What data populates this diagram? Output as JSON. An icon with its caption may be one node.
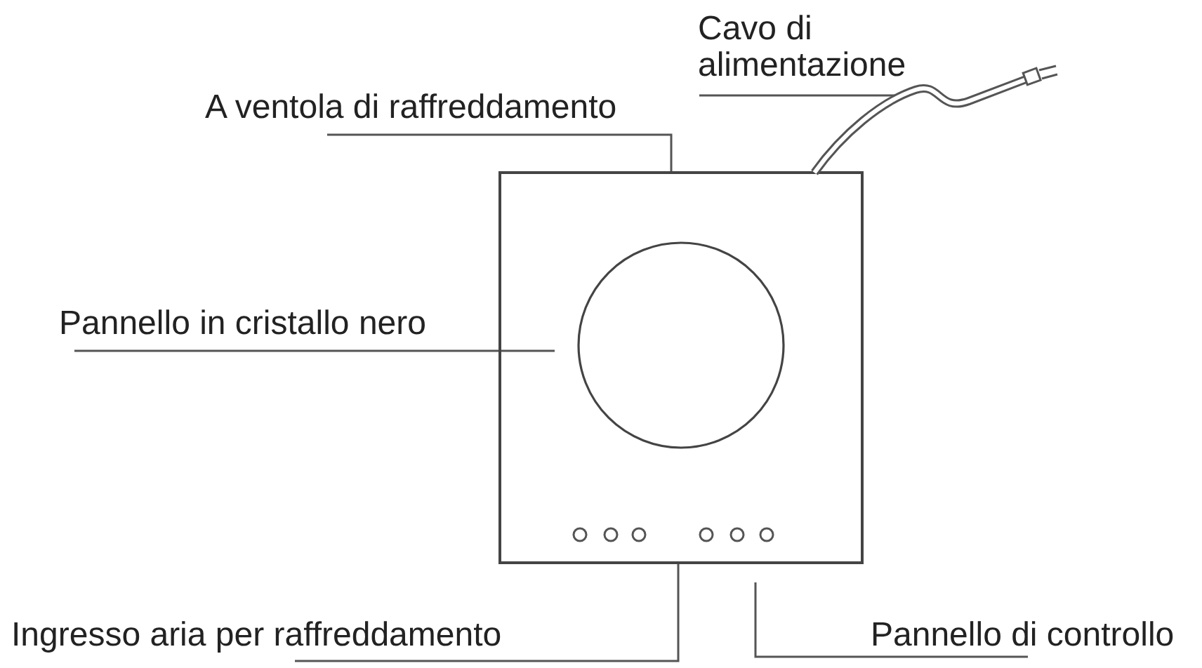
{
  "diagram": {
    "nodes": [
      {
        "text": [
          "Cavo di alimentazione"
        ]
      },
      {
        "text": [
          "A ventola di raffreddamento"
        ]
      },
      {
        "text": [
          "Pannello in cristallo nero"
        ]
      },
      {
        "text": [
          "Ingresso aria per raffreddamento"
        ]
      },
      {
        "text": [
          "Pannello di controllo"
        ]
      },
      {
        "text": [],
        "shape": "box"
      },
      {
        "text": [],
        "shape": "cable"
      }
    ],
    "edges": [
      {
        "from": 0,
        "to": 6,
        "arrow": "none"
      },
      {
        "from": 1,
        "to": 5,
        "arrow": "none"
      },
      {
        "from": 2,
        "to": 5,
        "arrow": "none"
      },
      {
        "from": 3,
        "to": 5,
        "arrow": "none"
      },
      {
        "from": 4,
        "to": 5,
        "arrow": "none"
      }
    ]
  }
}
